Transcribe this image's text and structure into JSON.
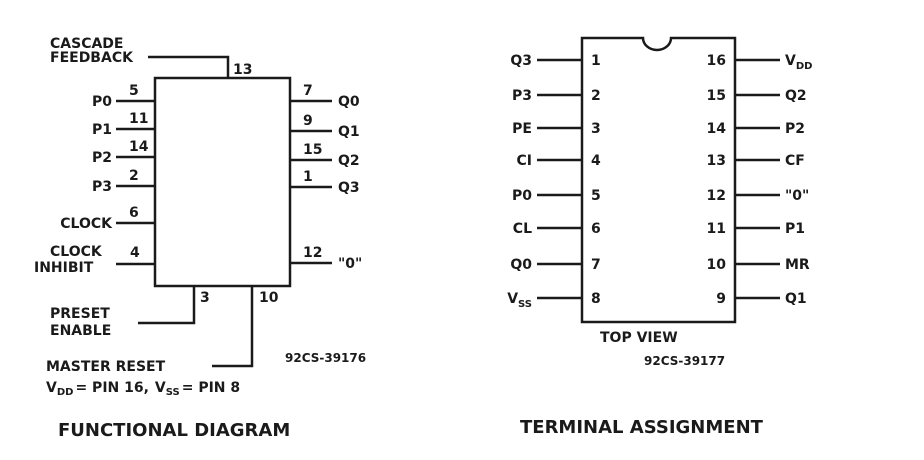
{
  "functional": {
    "caption": "FUNCTIONAL DIAGRAM",
    "code": "92CS-39176",
    "cascade_line1": "CASCADE",
    "cascade_line2": "FEEDBACK",
    "cascade_pin": "13",
    "left_pins": [
      {
        "label": "P0",
        "num": "5"
      },
      {
        "label": "P1",
        "num": "11"
      },
      {
        "label": "P2",
        "num": "14"
      },
      {
        "label": "P3",
        "num": "2"
      },
      {
        "label": "CLOCK",
        "num": "6"
      }
    ],
    "clock_inhibit_line1": "CLOCK",
    "clock_inhibit_line2": "INHIBIT",
    "clock_inhibit_pin": "4",
    "right_pins": [
      {
        "label": "Q0",
        "num": "7"
      },
      {
        "label": "Q1",
        "num": "9"
      },
      {
        "label": "Q2",
        "num": "15"
      },
      {
        "label": "Q3",
        "num": "1"
      },
      {
        "label": "\"0\"",
        "num": "12"
      }
    ],
    "preset_line1": "PRESET",
    "preset_line2": "ENABLE",
    "preset_pin": "3",
    "master_reset": "MASTER RESET",
    "master_reset_pin": "10",
    "power_note": {
      "vdd": "V",
      "vdd_sub": "DD",
      "vdd_rest": "= PIN 16,",
      "vss": "V",
      "vss_sub": "SS",
      "vss_rest": "= PIN 8"
    }
  },
  "terminal": {
    "caption": "TERMINAL ASSIGNMENT",
    "view": "TOP VIEW",
    "code": "92CS-39177",
    "left": [
      {
        "num": "1",
        "label": "Q3"
      },
      {
        "num": "2",
        "label": "P3"
      },
      {
        "num": "3",
        "label": "PE"
      },
      {
        "num": "4",
        "label": "CI"
      },
      {
        "num": "5",
        "label": "P0"
      },
      {
        "num": "6",
        "label": "CL"
      },
      {
        "num": "7",
        "label": "Q0"
      },
      {
        "num": "8",
        "label": "V",
        "sub": "SS"
      }
    ],
    "right": [
      {
        "num": "16",
        "label": "V",
        "sub": "DD"
      },
      {
        "num": "15",
        "label": "Q2"
      },
      {
        "num": "14",
        "label": "P2"
      },
      {
        "num": "13",
        "label": "CF"
      },
      {
        "num": "12",
        "label": "\"0\""
      },
      {
        "num": "11",
        "label": "P1"
      },
      {
        "num": "10",
        "label": "MR"
      },
      {
        "num": "9",
        "label": "Q1"
      }
    ]
  }
}
